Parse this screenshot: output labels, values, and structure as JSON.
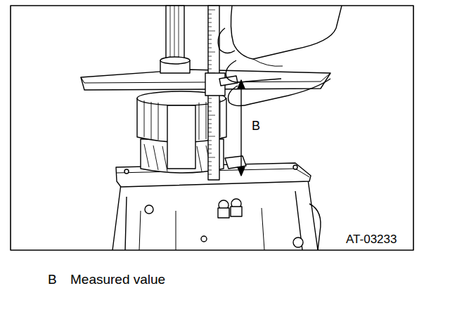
{
  "diagram": {
    "labels": [
      "B",
      "AT-03233",
      "B",
      "Measured value"
    ]
  }
}
